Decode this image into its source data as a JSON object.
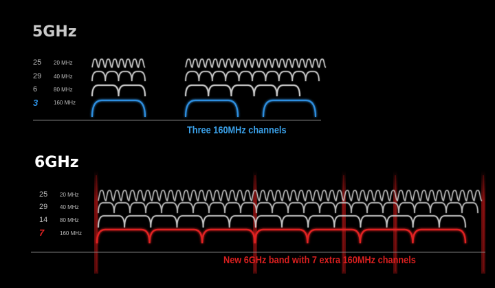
{
  "bands": [
    {
      "title": "5GHz",
      "accent_color": "#2d8fe0",
      "caption": "Three 160MHz channels",
      "rows": [
        {
          "count": "25",
          "label": "20 MHz"
        },
        {
          "count": "29",
          "label": "40 MHz"
        },
        {
          "count": "6",
          "label": "80 MHz"
        },
        {
          "count": "3",
          "label": "160 MHz"
        }
      ]
    },
    {
      "title": "6GHz",
      "accent_color": "#e52222",
      "caption": "New 6GHz band with 7 extra 160MHz channels",
      "rows": [
        {
          "count": "25",
          "label": "20 MHz"
        },
        {
          "count": "29",
          "label": "40 MHz"
        },
        {
          "count": "14",
          "label": "80 MHz"
        },
        {
          "count": "7",
          "label": "160 MHz"
        }
      ]
    }
  ]
}
